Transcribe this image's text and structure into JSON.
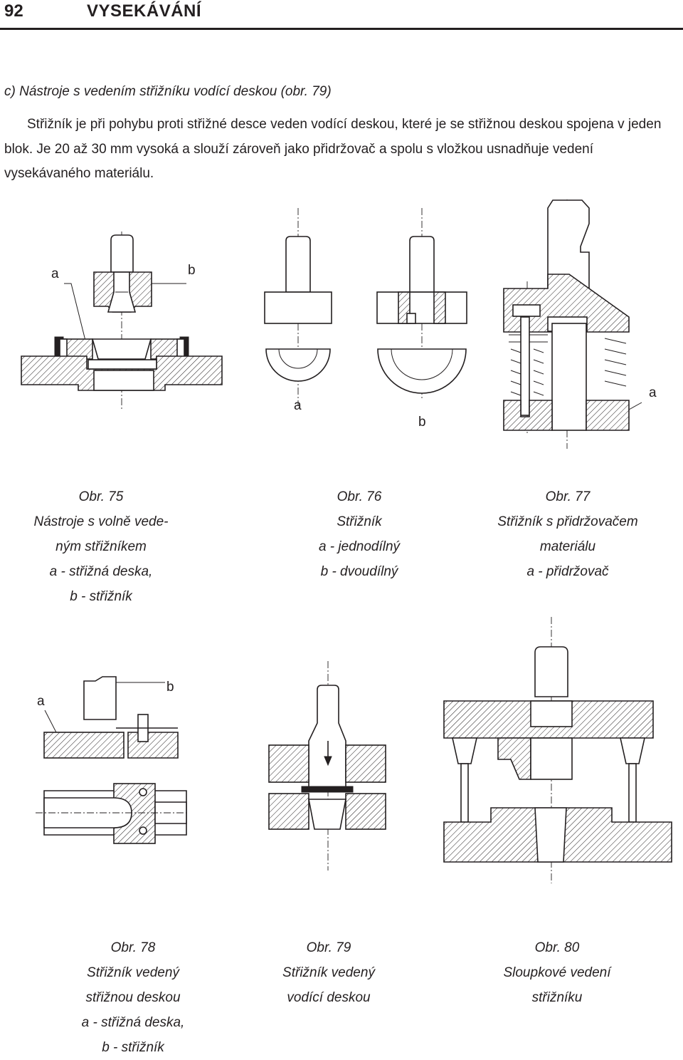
{
  "header": {
    "page_number": "92",
    "chapter_title": "VYSEKÁVÁNÍ"
  },
  "section": {
    "heading": "c) Nástroje s vedením střižníku vodící deskou (obr. 79)",
    "paragraph": "Střižník je při pohybu proti střižné desce veden vodící deskou, které je se střižnou deskou spojena v jeden blok. Je 20 až 30 mm vysoká a slouží zároveň jako přidržovač a spolu s vložkou usnadňuje vedení vysekávaného materiálu."
  },
  "figures": {
    "fig75": {
      "label_a": "a",
      "label_b": "b",
      "caption": [
        "Obr. 75",
        "Nástroje s volně vede-",
        "ným střižníkem",
        "a - střižná deska,",
        "b - střižník"
      ]
    },
    "fig76": {
      "label_a": "a",
      "label_b": "b",
      "caption": [
        "Obr. 76",
        "Střižník",
        "a - jednodílný",
        "b - dvoudílný"
      ]
    },
    "fig77": {
      "label_a": "a",
      "caption": [
        "Obr. 77",
        "Střižník s přidržovačem",
        "materiálu",
        "a - přidržovač"
      ]
    },
    "fig78": {
      "label_a": "a",
      "label_b": "b",
      "caption": [
        "Obr. 78",
        "Střižník vedený",
        "střižnou deskou",
        "a - střižná deska,",
        "b - střižník"
      ]
    },
    "fig79": {
      "caption": [
        "Obr. 79",
        "Střižník vedený",
        "vodící deskou"
      ]
    },
    "fig80": {
      "caption": [
        "Obr. 80",
        "Sloupkové vedení",
        "střižníku"
      ]
    }
  }
}
